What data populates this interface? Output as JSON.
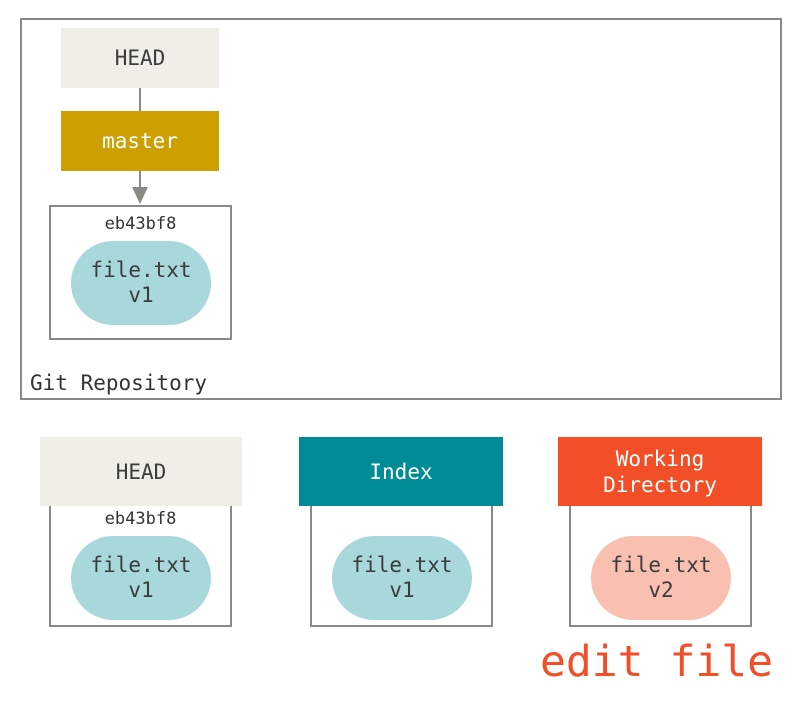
{
  "repository": {
    "label": "Git Repository",
    "head_label": "HEAD",
    "branch_label": "master",
    "commit": {
      "id": "eb43bf8",
      "file_name": "file.txt",
      "file_version": "v1"
    }
  },
  "trees": [
    {
      "header": "HEAD",
      "commit_id": "eb43bf8",
      "file_name": "file.txt",
      "file_version": "v1"
    },
    {
      "header": "Index",
      "file_name": "file.txt",
      "file_version": "v1"
    },
    {
      "header_line1": "Working",
      "header_line2": "Directory",
      "file_name": "file.txt",
      "file_version": "v2"
    }
  ],
  "action_label": "edit file",
  "colors": {
    "head": "#efeee7",
    "branch": "#cd9f00",
    "index": "#008c95",
    "working_directory": "#f24e28",
    "blob_unchanged": "#a8d8dc",
    "blob_modified": "#f9c0b2",
    "border": "#8a8a84"
  }
}
